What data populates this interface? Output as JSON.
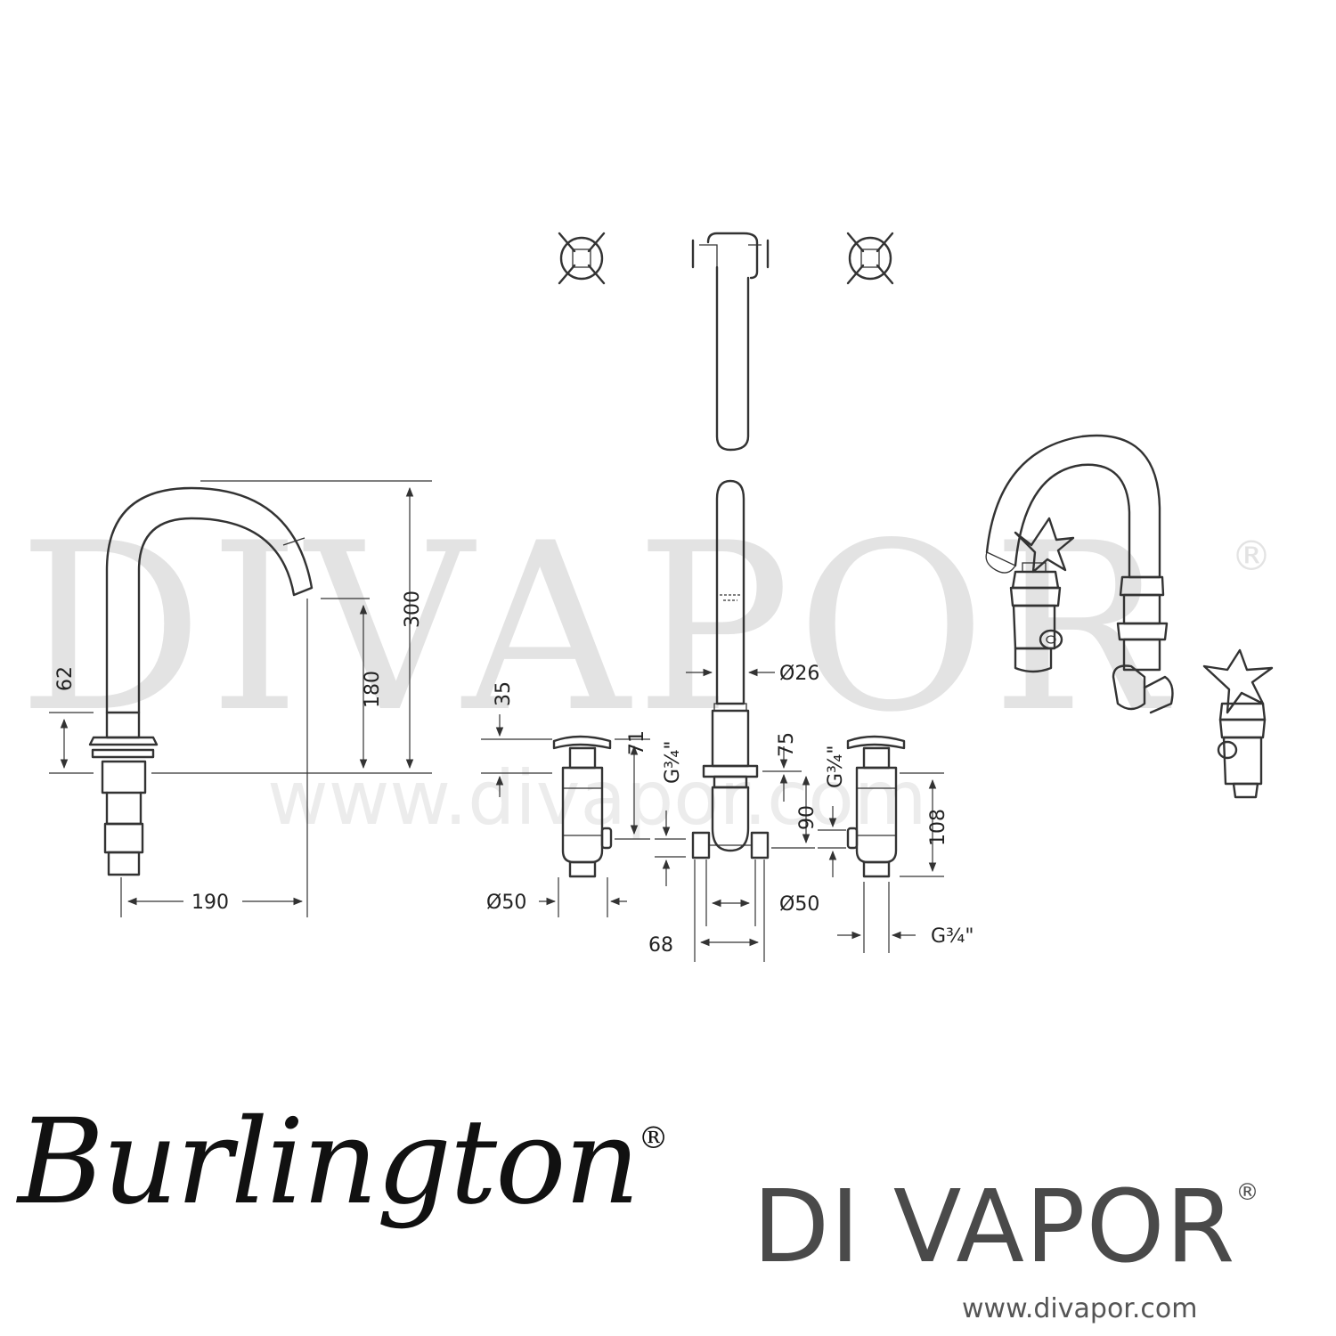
{
  "watermark": {
    "big_text": "DIVAPOR",
    "registered": "®",
    "url": "www.divapor.com"
  },
  "dimensions": {
    "spout_height": "300",
    "outlet_height": "180",
    "handle_height": "62",
    "spout_reach": "190",
    "diameter_26": "Ø26",
    "handle_35": "35",
    "valve_71": "71",
    "thread_left": "G¾\"",
    "center_75": "75",
    "thread_right": "G¾\"",
    "center_90": "90",
    "valve_108": "108",
    "diameter_50_left": "Ø50",
    "diameter_50_right": "Ø50",
    "width_68": "68",
    "thread_bottom": "G¾\""
  },
  "branding": {
    "burlington": "Burlington",
    "burlington_reg": "®",
    "divapor": "DI VAPOR",
    "divapor_reg": "®",
    "url": "www.divapor.com"
  }
}
